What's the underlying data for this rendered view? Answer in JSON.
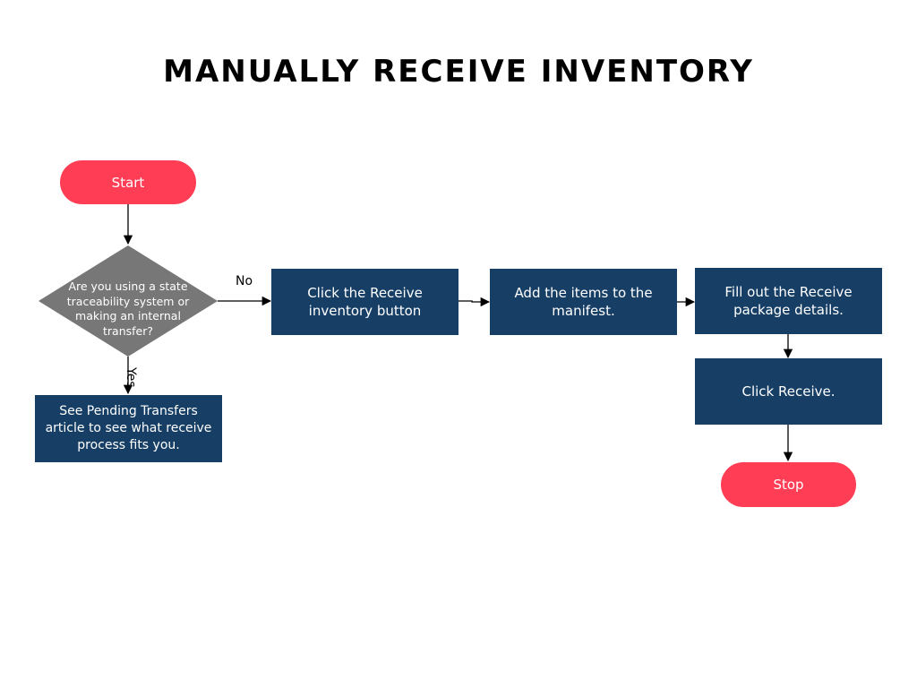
{
  "title": "MANUALLY RECEIVE INVENTORY",
  "nodes": {
    "start": "Start",
    "question": "Are you using a state traceability system or making an internal transfer?",
    "pending_transfers": "See Pending Transfers article to see what receive process fits you.",
    "click_receive_inventory": "Click the Receive inventory button",
    "add_items": "Add the items to the manifest.",
    "fill_details": "Fill out the Receive package details.",
    "click_receive": "Click Receive.",
    "stop": "Stop"
  },
  "edge_labels": {
    "no": "No",
    "yes": "Yes"
  },
  "colors": {
    "terminal": "#ff3d55",
    "process": "#173f66",
    "decision": "#777777",
    "arrow": "#000000",
    "title": "#000000"
  }
}
